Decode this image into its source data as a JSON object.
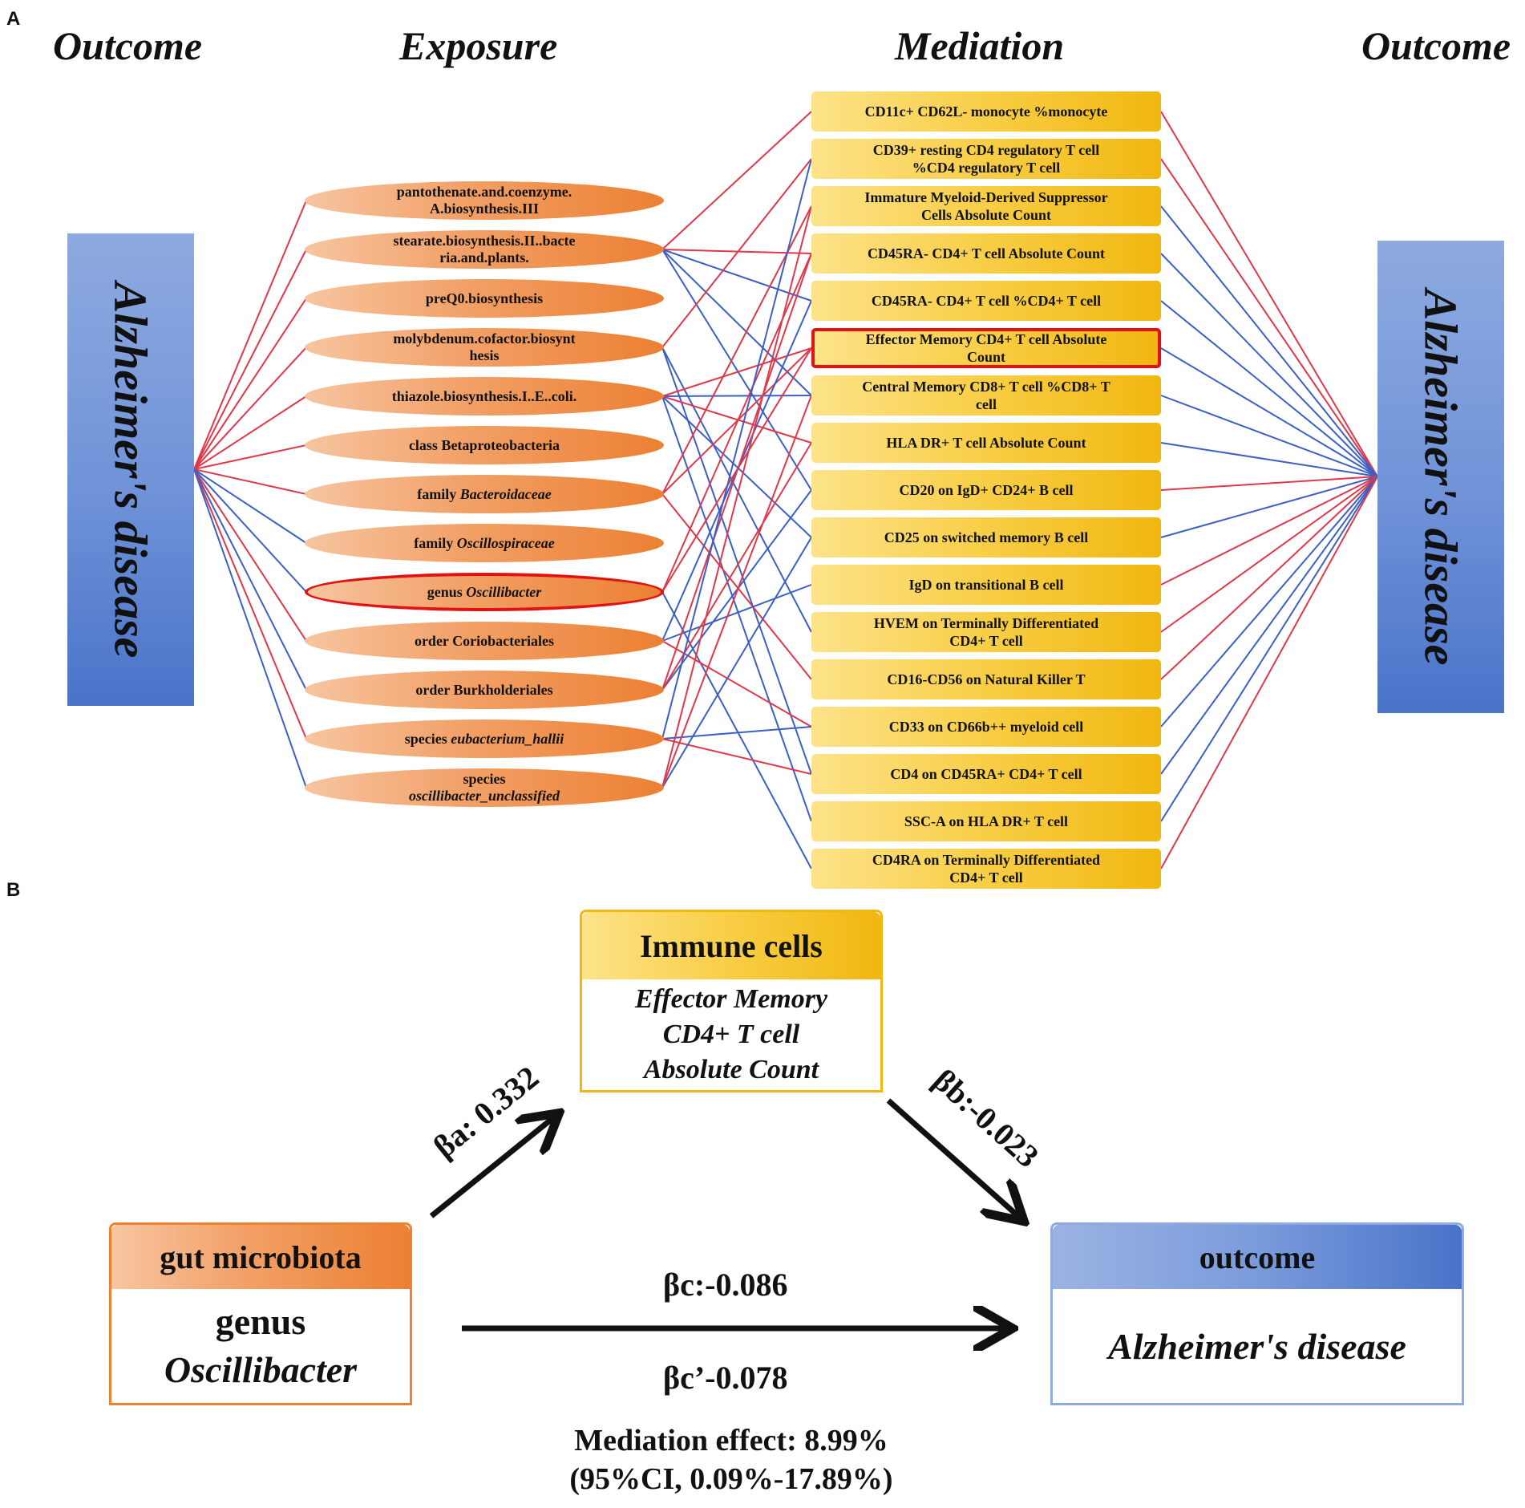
{
  "panel_a": {
    "letter": "A",
    "headers": {
      "outcome_left": "Outcome",
      "exposure": "Exposure",
      "mediation": "Mediation",
      "outcome_right": "Outcome"
    },
    "outcome_label": "Alzheimer's disease",
    "exposures": [
      {
        "line1": "pantothenate.and.coenzyme.",
        "line2": "A.biosynthesis.III",
        "pre": "",
        "ital": ""
      },
      {
        "line1": "stearate.biosynthesis.II..bacte",
        "line2": "ria.and.plants.",
        "pre": "",
        "ital": ""
      },
      {
        "line1": "preQ0.biosynthesis",
        "line2": "",
        "pre": "",
        "ital": ""
      },
      {
        "line1": "molybdenum.cofactor.biosynt",
        "line2": "hesis",
        "pre": "",
        "ital": ""
      },
      {
        "line1": "thiazole.biosynthesis.I..E..coli.",
        "line2": "",
        "pre": "",
        "ital": ""
      },
      {
        "line1": "class Betaproteobacteria",
        "line2": "",
        "pre": "",
        "ital": ""
      },
      {
        "line1": "",
        "line2": "",
        "pre": "family ",
        "ital": "Bacteroidaceae"
      },
      {
        "line1": "",
        "line2": "",
        "pre": "family ",
        "ital": "Oscillospiraceae"
      },
      {
        "line1": "",
        "line2": "",
        "pre": "genus ",
        "ital": "Oscillibacter"
      },
      {
        "line1": "order Coriobacteriales",
        "line2": "",
        "pre": "",
        "ital": ""
      },
      {
        "line1": "order Burkholderiales",
        "line2": "",
        "pre": "",
        "ital": ""
      },
      {
        "line1": "",
        "line2": "",
        "pre": "species ",
        "ital": "eubacterium_hallii"
      },
      {
        "line1": "species",
        "line2": "",
        "pre": "",
        "ital": "oscillibacter_unclassified"
      }
    ],
    "mediators": [
      {
        "line1": "CD11c+ CD62L- monocyte %monocyte",
        "line2": ""
      },
      {
        "line1": "CD39+ resting CD4 regulatory T cell",
        "line2": "%CD4 regulatory T cell"
      },
      {
        "line1": "Immature Myeloid-Derived Suppressor",
        "line2": "Cells Absolute Count"
      },
      {
        "line1": "CD45RA- CD4+ T cell Absolute Count",
        "line2": ""
      },
      {
        "line1": "CD45RA- CD4+ T cell %CD4+ T cell",
        "line2": ""
      },
      {
        "line1": "Effector Memory CD4+ T cell Absolute",
        "line2": "Count"
      },
      {
        "line1": "Central Memory CD8+ T cell %CD8+ T",
        "line2": "cell"
      },
      {
        "line1": "HLA DR+ T cell Absolute Count",
        "line2": ""
      },
      {
        "line1": "CD20 on IgD+ CD24+ B cell",
        "line2": ""
      },
      {
        "line1": "CD25 on switched memory B cell",
        "line2": ""
      },
      {
        "line1": "IgD on transitional B cell",
        "line2": ""
      },
      {
        "line1": "HVEM on Terminally Differentiated",
        "line2": "CD4+ T cell"
      },
      {
        "line1": "CD16-CD56 on Natural Killer T",
        "line2": ""
      },
      {
        "line1": "CD33 on CD66b++ myeloid cell",
        "line2": ""
      },
      {
        "line1": "CD4 on CD45RA+ CD4+ T cell",
        "line2": ""
      },
      {
        "line1": "SSC-A on HLA DR+ T cell",
        "line2": ""
      },
      {
        "line1": "CD4RA on Terminally Differentiated",
        "line2": "CD4+ T cell"
      }
    ],
    "colors": {
      "red_line": "#e0384a",
      "blue_line": "#3c5fc4",
      "highlight": "#e21212"
    }
  },
  "panel_b": {
    "letter": "B",
    "immune": {
      "title": "Immune cells",
      "line1": "Effector Memory",
      "line2": "CD4+ T cell",
      "line3": "Absolute Count"
    },
    "gut": {
      "title": "gut microbiota",
      "line1": "genus",
      "line2": "Oscillibacter"
    },
    "outcome": {
      "title": "outcome",
      "line1": "Alzheimer's disease"
    },
    "beta_a": "βa: 0.332",
    "beta_b": "βb:-0.023",
    "beta_c": "βc:-0.086",
    "beta_c_prime": "βc’-0.078",
    "mediation_line1": "Mediation effect: 8.99%",
    "mediation_line2": "(95%CI, 0.09%-17.89%)"
  }
}
